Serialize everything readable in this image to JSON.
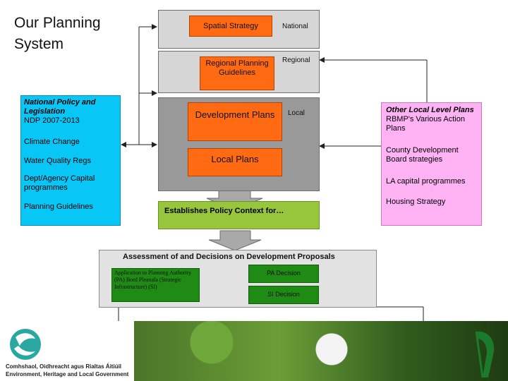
{
  "title": "Our Planning System",
  "tiers": {
    "national": {
      "box": "Spatial Strategy",
      "tag": "National"
    },
    "regional": {
      "box": "Regional Planning Guidelines",
      "tag": "Regional"
    },
    "local": {
      "box": "Development Plans",
      "tag": "Local",
      "sub": "Local Plans"
    }
  },
  "left_panel": {
    "heading": "National Policy and Legislation",
    "items": [
      "NDP 2007-2013",
      "Climate Change",
      "Water Quality Regs",
      "Dept/Agency Capital programmes",
      "Planning Guidelines"
    ]
  },
  "right_panel": {
    "heading": "Other Local Level Plans",
    "items": [
      "RBMP's Various Action Plans",
      "County Development Board strategies",
      "LA capital programmes",
      "Housing Strategy"
    ]
  },
  "policy_context": "Establishes Policy Context for…",
  "assessment": {
    "title": "Assessment of and Decisions on Development Proposals",
    "application": "Application to Planning Authority (PA) Bord Pleanala (Strategic Infrastructure) (SI)",
    "pa_decision": "PA Decision",
    "si_decision": "SI  Decision"
  },
  "footer": {
    "department": "Comhshaol, Oidhreacht agus Rialtas Áitiúil",
    "department_en": "Environment, Heritage and Local Government"
  },
  "colors": {
    "orange": "#ff6a13",
    "cyan": "#08c6f5",
    "pink": "#ffb3f5",
    "green": "#97c63c",
    "dark_green": "#1f8a14",
    "grey": "#999999"
  }
}
